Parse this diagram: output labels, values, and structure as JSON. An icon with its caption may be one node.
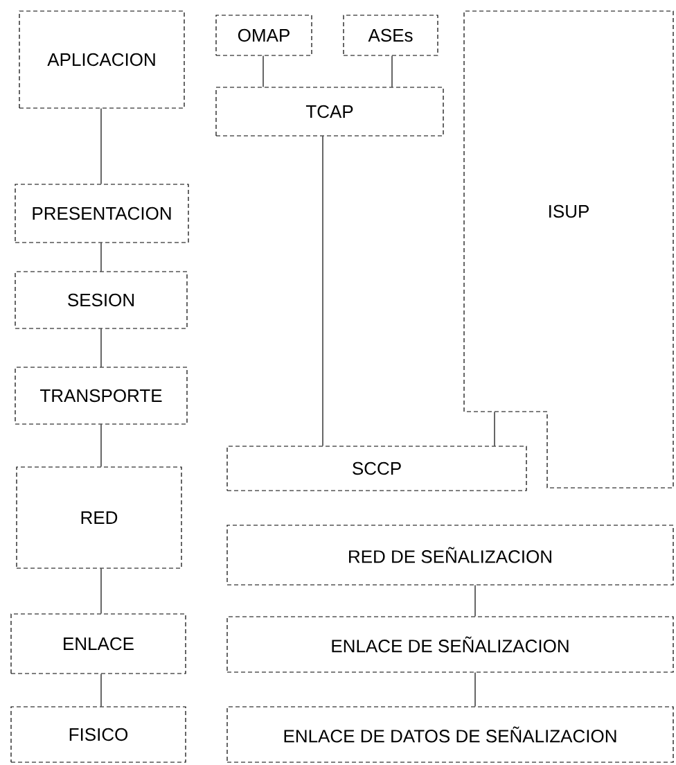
{
  "diagram": {
    "nodes": [
      {
        "text": [
          "APLICACION"
        ]
      },
      {
        "text": [
          "PRESENTACION"
        ]
      },
      {
        "text": [
          "SESION"
        ]
      },
      {
        "text": [
          "TRANSPORTE"
        ]
      },
      {
        "text": [
          "RED"
        ]
      },
      {
        "text": [
          "ENLACE"
        ]
      },
      {
        "text": [
          "FISICO"
        ]
      },
      {
        "text": [
          "OMAP"
        ]
      },
      {
        "text": [
          "ASEs"
        ]
      },
      {
        "text": [
          "TCAP"
        ]
      },
      {
        "text": [
          "ISUP"
        ]
      },
      {
        "text": [
          "SCCP"
        ]
      },
      {
        "text": [
          "RED DE SEÑALIZACION"
        ]
      },
      {
        "text": [
          "ENLACE DE SEÑALIZACION"
        ]
      },
      {
        "text": [
          "ENLACE DE DATOS DE SEÑALIZACION"
        ]
      }
    ],
    "edges": [
      {
        "from": 0,
        "to": 1,
        "arrow": "none"
      },
      {
        "from": 1,
        "to": 2,
        "arrow": "none"
      },
      {
        "from": 2,
        "to": 3,
        "arrow": "none"
      },
      {
        "from": 3,
        "to": 4,
        "arrow": "none"
      },
      {
        "from": 4,
        "to": 5,
        "arrow": "none"
      },
      {
        "from": 5,
        "to": 6,
        "arrow": "none"
      },
      {
        "from": 7,
        "to": 9,
        "arrow": "none"
      },
      {
        "from": 8,
        "to": 9,
        "arrow": "none"
      },
      {
        "from": 9,
        "to": 11,
        "arrow": "none"
      },
      {
        "from": 10,
        "to": 11,
        "arrow": "none"
      },
      {
        "from": 12,
        "to": 13,
        "arrow": "none"
      },
      {
        "from": 13,
        "to": 14,
        "arrow": "none"
      }
    ]
  }
}
